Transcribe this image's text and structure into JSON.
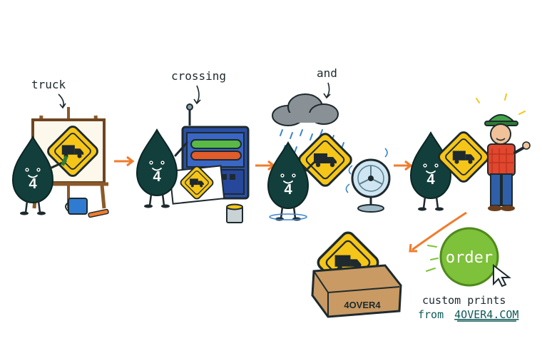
{
  "captions": {
    "step1": "truck",
    "step2": "crossing",
    "step3": "and"
  },
  "character": {
    "badge": "4"
  },
  "box": {
    "label": "4OVER4"
  },
  "cta": {
    "button_label": "order",
    "line1": "custom prints",
    "line2_prefix": "from",
    "line2_link": "4OVER4.COM"
  },
  "colors": {
    "drop": "#123f3c",
    "sign_yellow": "#f5c518",
    "arrow_orange": "#ef7d2d",
    "order_green": "#7ec13a",
    "link_teal": "#0f5a57",
    "press_blue": "#2a4fa3"
  },
  "icons": [
    "cloud-icon",
    "fan-icon",
    "cursor-icon",
    "truck-sign-icon",
    "paint-can-icon",
    "mug-icon"
  ]
}
